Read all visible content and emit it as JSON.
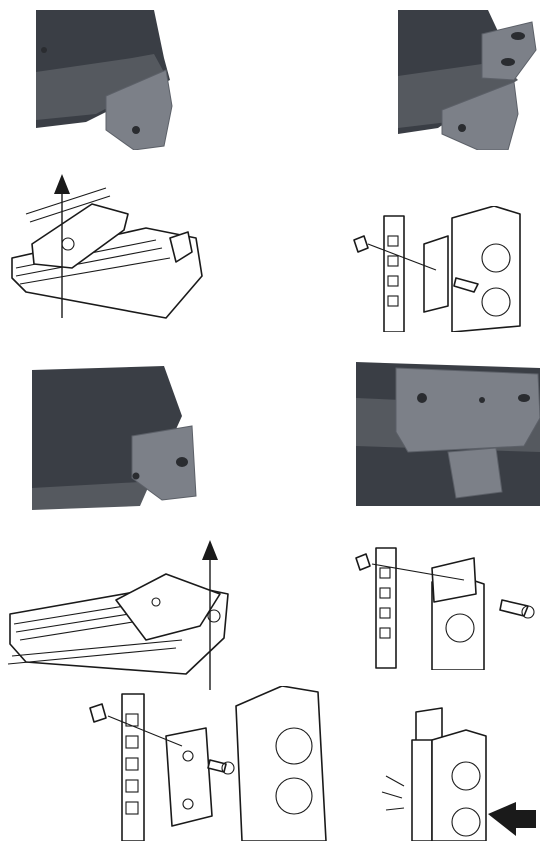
{
  "document": {
    "kind": "installation-illustration-sheet",
    "rows": [
      {
        "left": "photo-bracket-side-mount",
        "right": "photo-bracket-rotated-mount"
      },
      {
        "left": "drawing-bracket-removal-up",
        "right": "drawing-rack-cage-nut-screw"
      },
      {
        "left": "photo-bracket-end-mount",
        "right": "photo-bracket-flat-mount"
      },
      {
        "left": "drawing-bracket-removal-up-2",
        "right": "drawing-rack-vertical-mount"
      },
      {
        "left": "drawing-bracket-cage-nut-screw",
        "right": "drawing-press-clip-in"
      }
    ],
    "colors": {
      "photo_dark": "#3a3e45",
      "bracket": "#7c8088",
      "ink": "#1a1a1a"
    }
  }
}
